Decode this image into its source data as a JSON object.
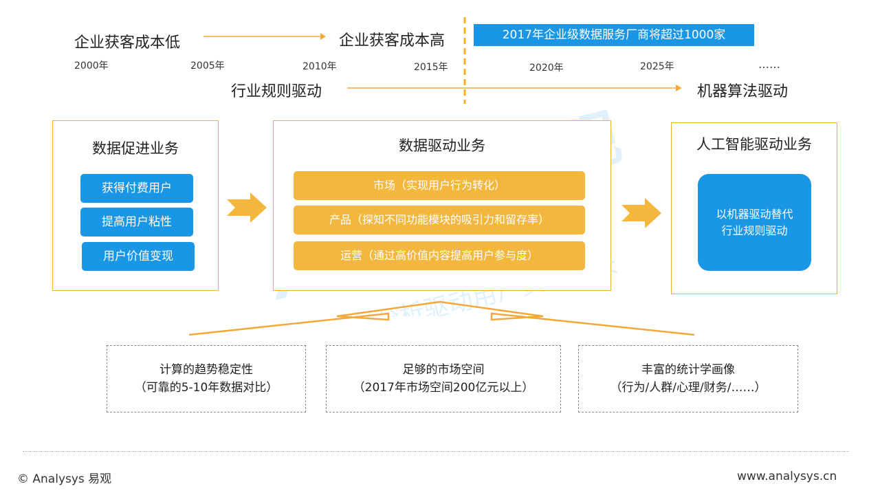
{
  "timeline": {
    "cost_low": "企业获客成本低",
    "cost_high": "企业获客成本高",
    "banner": "2017年企业级数据服务厂商将超过1000家",
    "years": [
      "2000年",
      "2005年",
      "2010年",
      "2015年",
      "2020年",
      "2025年",
      "……"
    ],
    "rule_driven": "行业规则驱动",
    "algo_driven": "机器算法驱动"
  },
  "panel_left": {
    "title": "数据促进业务",
    "items": [
      "获得付费用户",
      "提高用户粘性",
      "用户价值变现"
    ]
  },
  "panel_mid": {
    "title": "数据驱动业务",
    "items": [
      "市场（实现用户行为转化）",
      "产品（探知不同功能模块的吸引力和留存率）",
      "运营（通过高价值内容提高用户参与度）"
    ]
  },
  "panel_right": {
    "title": "人工智能驱动业务",
    "box_line1": "以机器驱动替代",
    "box_line2": "行业规则驱动"
  },
  "factors": [
    {
      "line1": "计算的趋势稳定性",
      "line2": "（可靠的5-10年数据对比）"
    },
    {
      "line1": "足够的市场空间",
      "line2": "（2017年市场空间200亿元以上）"
    },
    {
      "line1": "丰富的统计学画像",
      "line2": "（行为/人群/心理/财务/……）"
    }
  ],
  "watermark": {
    "brand_en": "Analysys",
    "brand_cn": "易观",
    "slogan": "实时分析驱动用户资产成长"
  },
  "footer": {
    "left": "© Analysys 易观",
    "right": "www.analysys.cn"
  },
  "colors": {
    "accent_blue": "#1a96e6",
    "accent_orange": "#f4b73d",
    "panel_border": "#f2b035"
  }
}
